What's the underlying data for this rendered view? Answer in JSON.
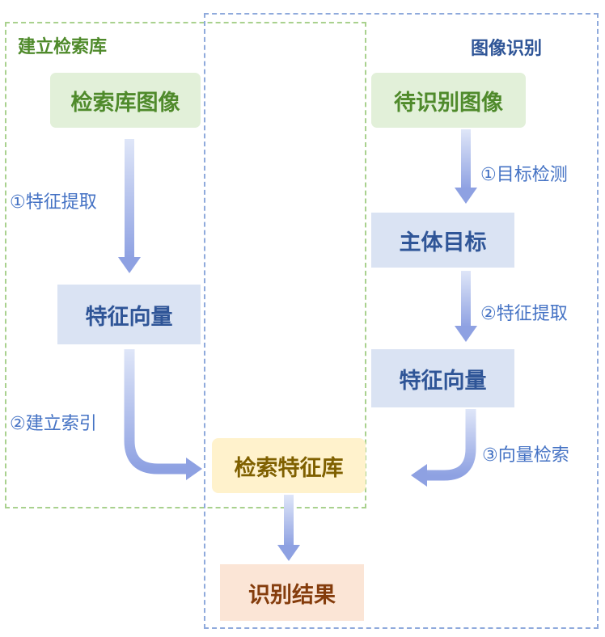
{
  "regions": {
    "build_index": "建立检索库",
    "recognize": "图像识别"
  },
  "boxes": {
    "gallery_images": "检索库图像",
    "left_feature_vectors": "特征向量",
    "query_image": "待识别图像",
    "main_object": "主体目标",
    "right_feature_vectors": "特征向量",
    "feature_database": "检索特征库",
    "result": "识别结果"
  },
  "steps": {
    "left_feature_extraction": "①特征提取",
    "build_index": "②建立索引",
    "object_detection": "①目标检测",
    "right_feature_extraction": "②特征提取",
    "vector_search": "③向量检索"
  },
  "colors": {
    "green_region": "#a9d18e",
    "blue_region": "#8faadc",
    "arrow": "#8fa3e0"
  }
}
